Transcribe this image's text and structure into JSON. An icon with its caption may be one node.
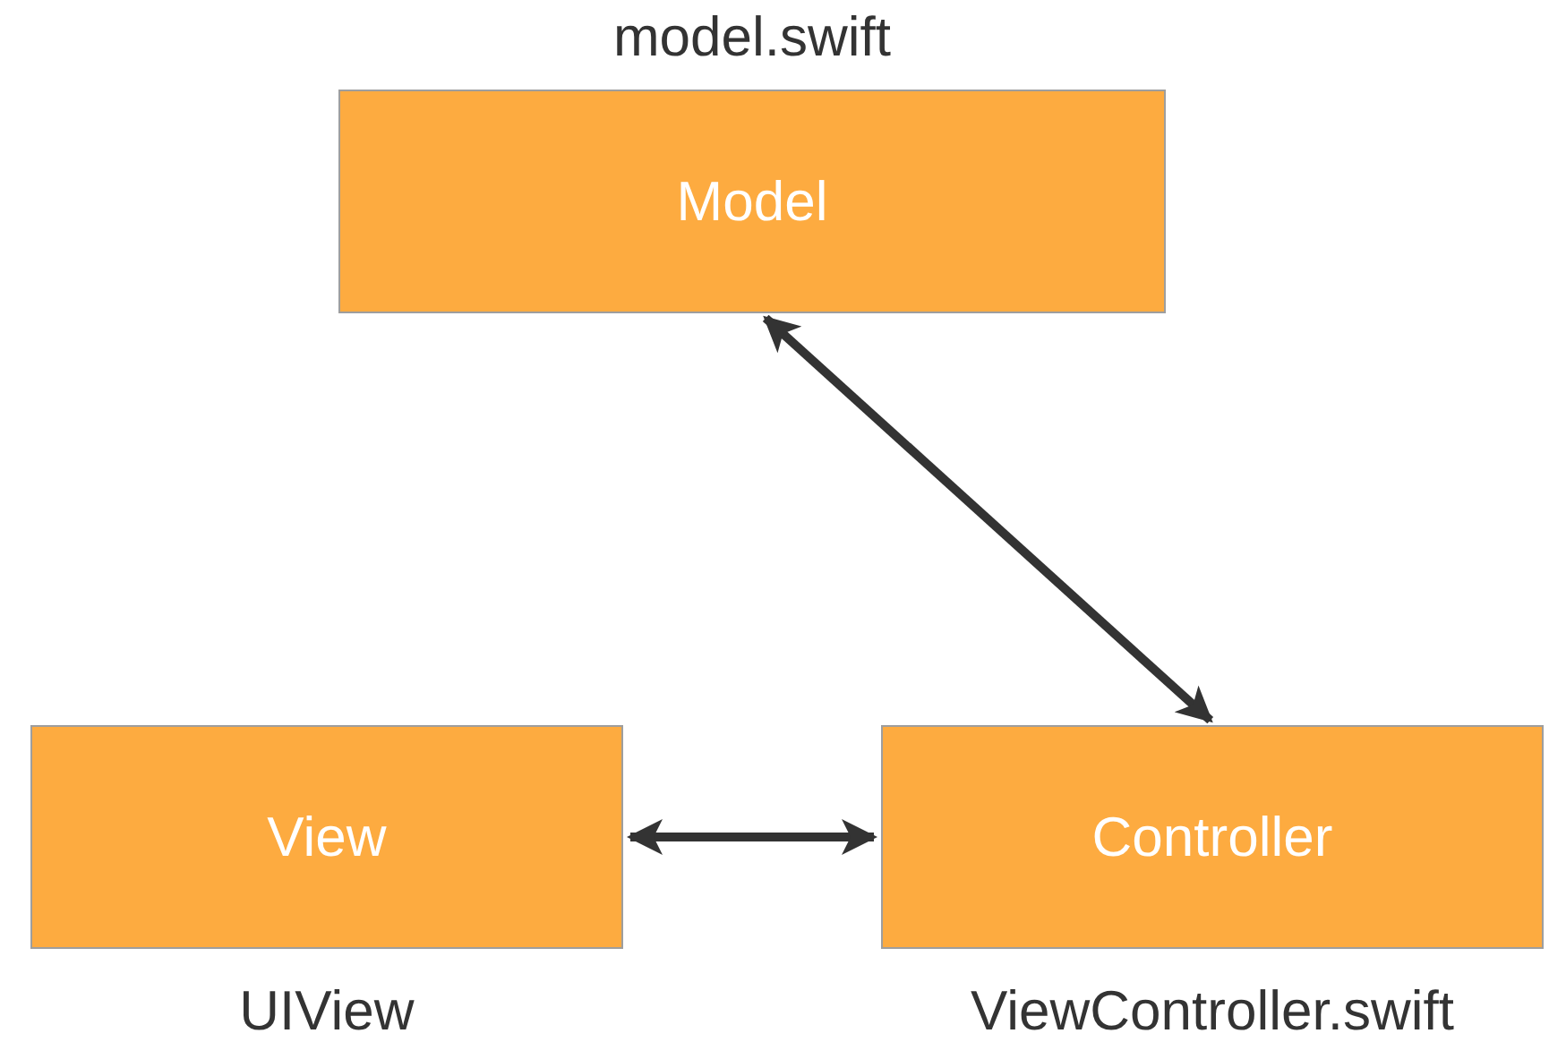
{
  "diagram": {
    "nodes": [
      {
        "text": [
          "Model"
        ],
        "beside": [
          "model.swift"
        ]
      },
      {
        "text": [
          "View"
        ],
        "beside": [
          "UIView"
        ]
      },
      {
        "text": [
          "Controller"
        ],
        "beside": [
          "ViewController.swift"
        ]
      }
    ],
    "edges": [
      {
        "from": 0,
        "to": 2,
        "arrow": "both"
      },
      {
        "from": 1,
        "to": 2,
        "arrow": "both"
      }
    ]
  }
}
